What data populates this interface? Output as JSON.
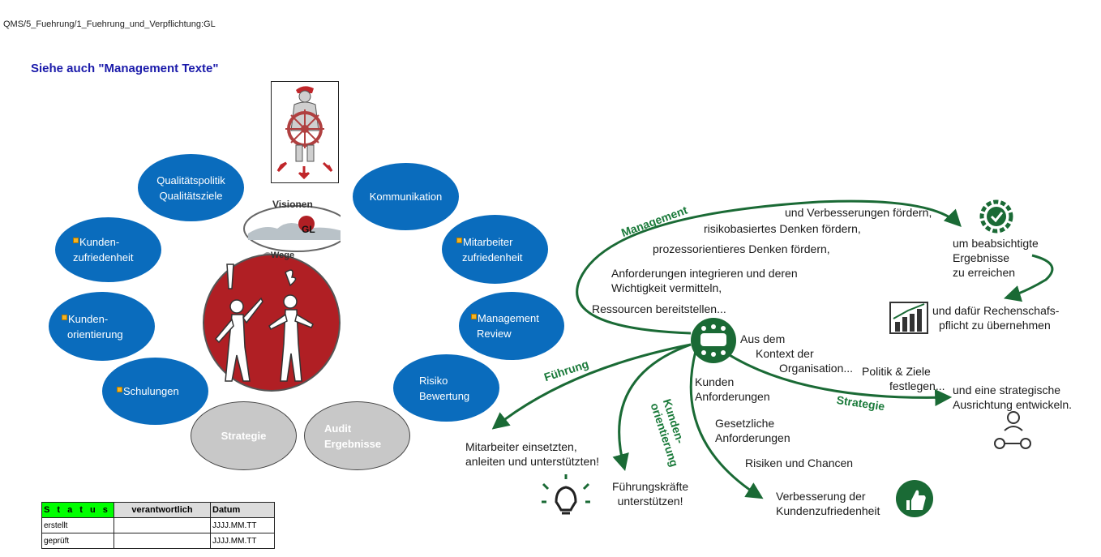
{
  "header": {
    "path": "QMS/5_Fuehrung/1_Fuehrung_und_Verpflichtung:GL",
    "see_also": "Siehe auch  \"Management Texte\""
  },
  "ovals": {
    "qualitaet_l1": "Qualitätspolitik",
    "qualitaet_l2": "Qualitätsziele",
    "kommunikation": "Kommunikation",
    "kundenzufriedenheit_l1": "Kunden-",
    "kundenzufriedenheit_l2": "zufriedenheit",
    "mitarbeiter_l1": "Mitarbeiter",
    "mitarbeiter_l2": "zufriedenheit",
    "kundenorientierung_l1": "Kunden-",
    "kundenorientierung_l2": "orientierung",
    "management_review_l1": "Management",
    "management_review_l2": "Review",
    "schulungen": "Schulungen",
    "risiko_l1": "Risiko",
    "risiko_l2": "Bewertung",
    "strategie": "Strategie",
    "audit_l1": "Audit",
    "audit_l2": "Ergebnisse"
  },
  "center_graphic": {
    "visionen": "Visionen",
    "gl": "GL",
    "wege": "Wege"
  },
  "diagram": {
    "arc_management": "Management",
    "arc_fuehrung": "Führung",
    "arc_strategie": "Strategie",
    "arc_kundenorientierung_l1": "Kunden-",
    "arc_kundenorientierung_l2": "orientierung",
    "t1": "und Verbesserungen fördern,",
    "t2": "risikobasiertes Denken fördern,",
    "t3": "prozessorientieres Denken fördern,",
    "t4": "Anforderungen integrieren und deren",
    "t5": "Wichtigkeit vermitteln,",
    "t6": "Ressourcen bereitstellen...",
    "t7_l1": "um beabsichtigte",
    "t7_l2": "Ergebnisse",
    "t7_l3": "zu erreichen",
    "t8_l1": "und dafür Rechenschafs-",
    "t8_l2": "pflicht zu übernehmen",
    "t9_l1": "Aus dem",
    "t9_l2": "Kontext der",
    "t9_l3": "Organisation...",
    "t10_l1": "Politik & Ziele",
    "t10_l2": "festlegen...",
    "t11_l1": "und eine strategische",
    "t11_l2": "Ausrichtung entwickeln.",
    "t12_l1": "Kunden",
    "t12_l2": "Anforderungen",
    "t13_l1": "Gesetzliche",
    "t13_l2": "Anforderungen",
    "t14": "Risiken und Chancen",
    "t15_l1": "Verbesserung der",
    "t15_l2": "Kundenzufriedenheit",
    "t16_l1": "Mitarbeiter einsetzten,",
    "t16_l2": "anleiten und unterstützten!",
    "t17_l1": "Führungskräfte",
    "t17_l2": "unterstützen!"
  },
  "status_table": {
    "headers": [
      "S t a t u s",
      "verantwortlich",
      "Datum"
    ],
    "rows": [
      [
        "erstellt",
        "",
        "JJJJ.MM.TT"
      ],
      [
        "geprüft",
        "",
        "JJJJ.MM.TT"
      ]
    ]
  },
  "colors": {
    "oval_blue": "#0a6cbd",
    "oval_grey": "#c8c8c8",
    "diagram_green": "#1a7a3a",
    "circle_red": "#b01f24",
    "status_green": "#00ff00"
  }
}
